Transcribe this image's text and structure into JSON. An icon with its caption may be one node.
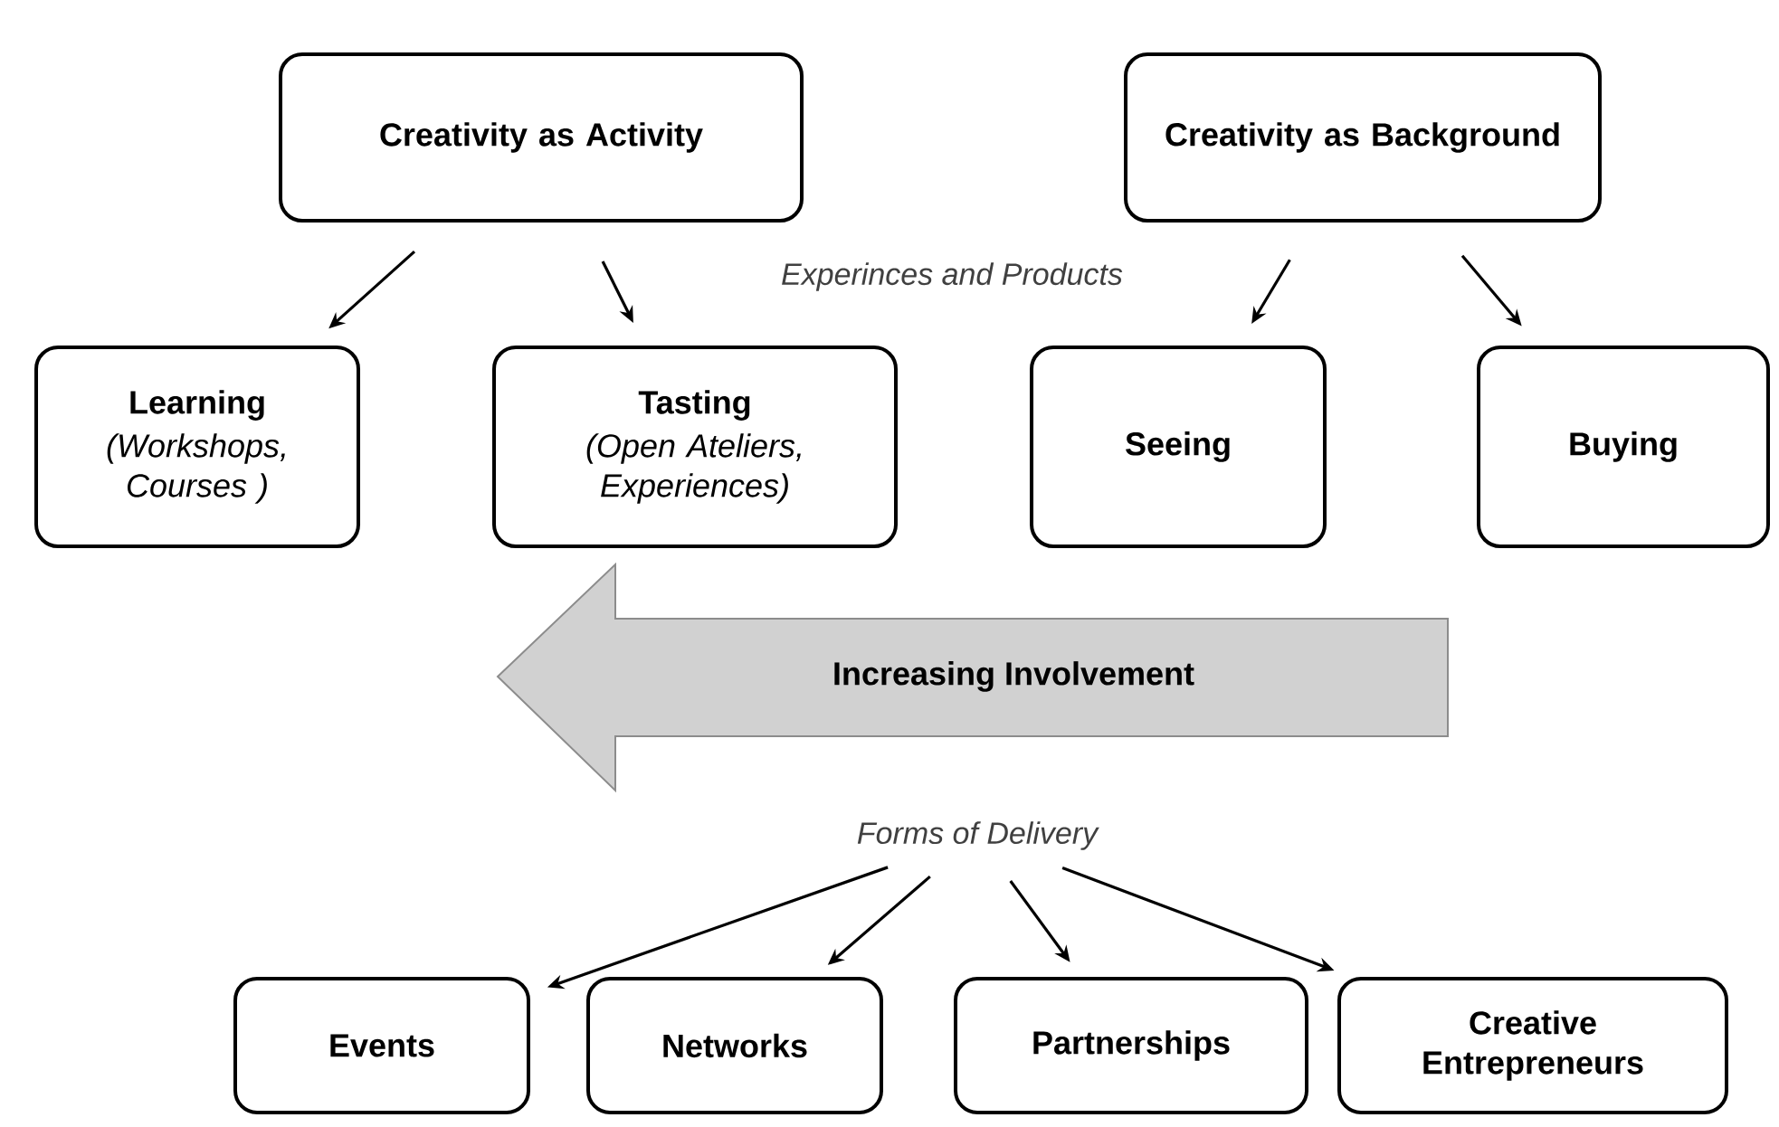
{
  "diagram": {
    "nodes": [
      {
        "text": [
          "Creativity as Activity"
        ]
      },
      {
        "text": [
          "Creativity as Background"
        ]
      },
      {
        "text": [
          "Learning",
          "(Workshops, Courses )"
        ]
      },
      {
        "text": [
          "Tasting",
          "(Open Ateliers, Experiences)"
        ]
      },
      {
        "text": [
          "Seeing"
        ]
      },
      {
        "text": [
          "Buying"
        ]
      },
      {
        "text": [
          "Increasing Involvement"
        ]
      },
      {
        "text": [
          "Forms of Delivery"
        ]
      },
      {
        "text": [
          "Events"
        ]
      },
      {
        "text": [
          "Networks"
        ]
      },
      {
        "text": [
          "Partnerships"
        ]
      },
      {
        "text": [
          "Creative Entrepreneurs"
        ]
      }
    ],
    "edges": [
      {
        "from": 0,
        "to": 2,
        "arrow": "to"
      },
      {
        "from": 0,
        "to": 3,
        "arrow": "to"
      },
      {
        "from": 1,
        "to": 4,
        "arrow": "to"
      },
      {
        "from": 1,
        "to": 5,
        "arrow": "to"
      },
      {
        "from": 7,
        "to": 8,
        "arrow": "to"
      },
      {
        "from": 7,
        "to": 9,
        "arrow": "to"
      },
      {
        "from": 7,
        "to": 10,
        "arrow": "to"
      },
      {
        "from": 7,
        "to": 11,
        "arrow": "to"
      }
    ],
    "labels": [
      "Experinces and Products"
    ]
  }
}
